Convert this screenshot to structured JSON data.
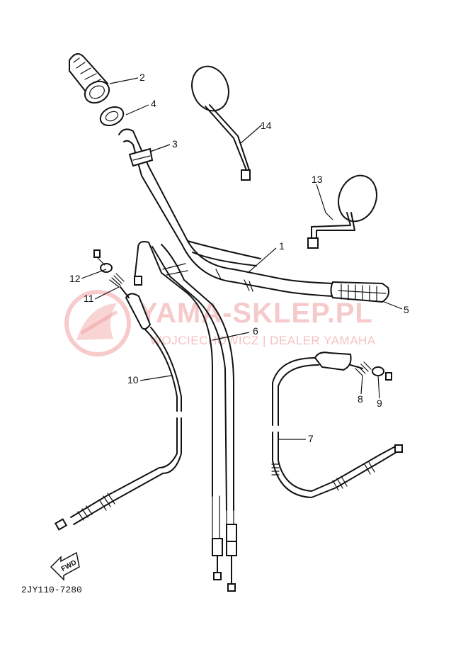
{
  "watermark": {
    "brand": "YAMA-SKLEP.PL",
    "dealer": "WOJCIECHOWICZ | DEALER YAMAHA",
    "logo_icon": "yamaha-watermark-logo-icon",
    "color": "#f0a0a0"
  },
  "callouts": [
    {
      "id": "1",
      "label": "1"
    },
    {
      "id": "2",
      "label": "2"
    },
    {
      "id": "3",
      "label": "3"
    },
    {
      "id": "4",
      "label": "4"
    },
    {
      "id": "5",
      "label": "5"
    },
    {
      "id": "6",
      "label": "6"
    },
    {
      "id": "7",
      "label": "7"
    },
    {
      "id": "8",
      "label": "8"
    },
    {
      "id": "9",
      "label": "9"
    },
    {
      "id": "10",
      "label": "10"
    },
    {
      "id": "11",
      "label": "11"
    },
    {
      "id": "12",
      "label": "12"
    },
    {
      "id": "13",
      "label": "13"
    },
    {
      "id": "14",
      "label": "14"
    }
  ],
  "fwd_label": "FWD",
  "diagram_code": "2JY110-7280"
}
